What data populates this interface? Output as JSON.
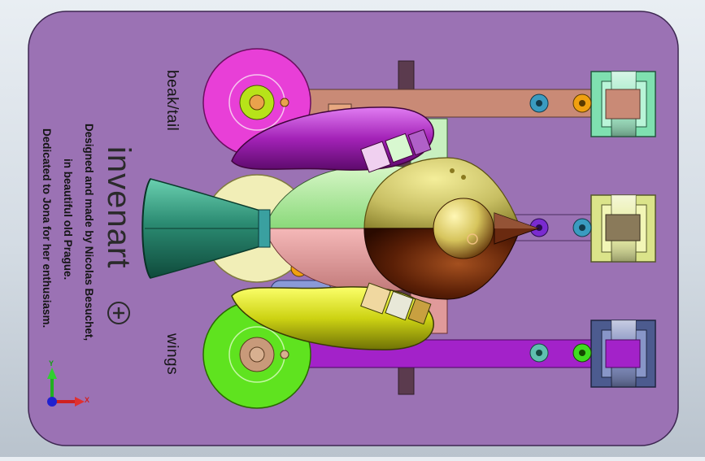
{
  "labels": {
    "beak_tail": "beak/tail",
    "wings": "wings",
    "brand": "invenart",
    "credit_line1": "Designed and made by Nicolas Besuchet,",
    "credit_line2": "in beautiful old Prague.",
    "credit_line3": "Dedicated to Jona for her enthusiasm."
  },
  "triad": {
    "y_label": "Y",
    "x_label": "X"
  },
  "colors": {
    "plate": "#9b72b4",
    "magenta_disc": "#e83fd7",
    "cream_disc": "#f1eeb7",
    "green_disc": "#5fe31f",
    "wing_purple": "#a322b7",
    "wing_yellow": "#cdd313",
    "body_green": "#9ae38b",
    "body_pink": "#eaa2a2",
    "head_gold": "#c7be62",
    "head_brown": "#5a1f06",
    "tail_teal": "#2b8b72",
    "arm_brown": "#c98a76",
    "arm_purple": "#a322c9"
  },
  "icons": {
    "triad": "axis-triad-icon",
    "plus": "plus-circle-icon"
  }
}
